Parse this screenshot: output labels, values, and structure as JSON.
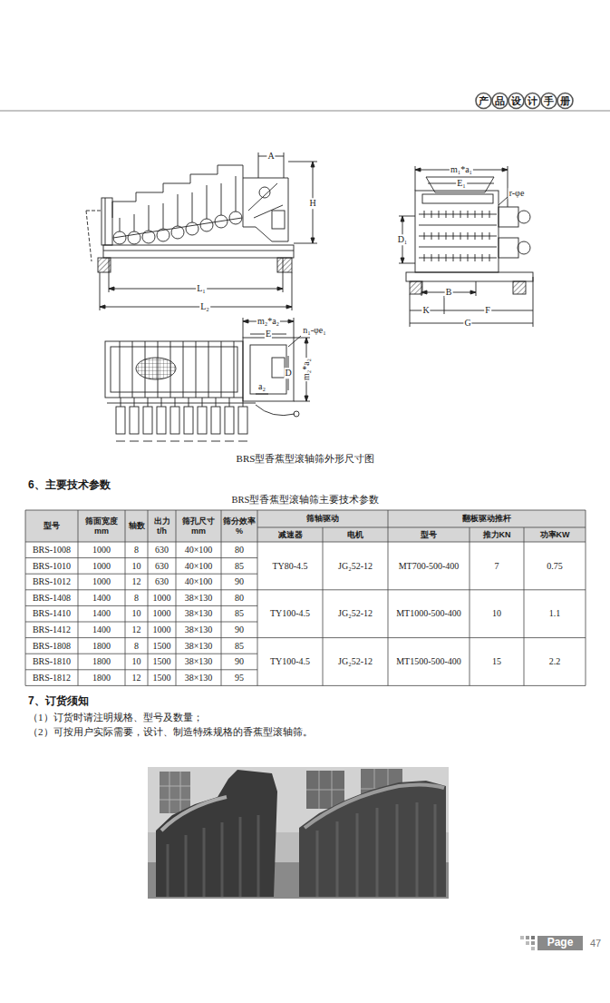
{
  "diagram": {
    "caption": "BRS型香蕉型滚轴筛外形尺寸图",
    "labels": [
      "产品设计手册",
      "A",
      "H",
      "L₁",
      "L₂",
      "m₁*a₁",
      "E₁",
      "r-φe",
      "D₁",
      "B",
      "K",
      "F",
      "G",
      "m₂*a₂",
      "E",
      "n₁-φe₁",
      "D",
      "m₂*a₂",
      "a₂",
      "6、主要技术参数",
      "BRS型香蕉型滚轴筛主要技术参数",
      "型号",
      "筛面宽度 mm",
      "轴数",
      "出力 t/h",
      "筛孔尺寸 mm",
      "筛分效率 %",
      "筛轴驱动",
      "翻板驱动推杆",
      "减速器",
      "电机",
      "型号",
      "推力KN",
      "功率KW",
      "BRS-1008",
      "1000",
      "8",
      "630",
      "40×100",
      "80",
      "TY80-4.5",
      "JG₂52-12",
      "MT700-500-400",
      "7",
      "0.75",
      "BRS-1010",
      "1000",
      "10",
      "630",
      "40×100",
      "85",
      "BRS-1012",
      "1000",
      "12",
      "630",
      "40×100",
      "90",
      "BRS-1408",
      "1400",
      "8",
      "1000",
      "38×130",
      "80",
      "TY100-4.5",
      "JG₂52-12",
      "MT1000-500-400",
      "10",
      "1.1",
      "BRS-1410",
      "1400",
      "10",
      "1000",
      "38×130",
      "85",
      "BRS-1412",
      "1400",
      "12",
      "1000",
      "38×130",
      "90",
      "BRS-1808",
      "1800",
      "8",
      "1500",
      "38×130",
      "85",
      "TY100-4.5",
      "JG₂52-12",
      "MT1500-500-400",
      "15",
      "2.2",
      "BRS-1810",
      "1800",
      "10",
      "1500",
      "38×130",
      "90",
      "BRS-1812",
      "1800",
      "12",
      "1500",
      "38×130",
      "95",
      "7、订货须知",
      "（1）订货时请注明规格、型号及数量；",
      "（2）可按用户实际需要，设计、制造特殊规格的香蕉型滚轴筛。",
      "Page",
      "47"
    ]
  }
}
